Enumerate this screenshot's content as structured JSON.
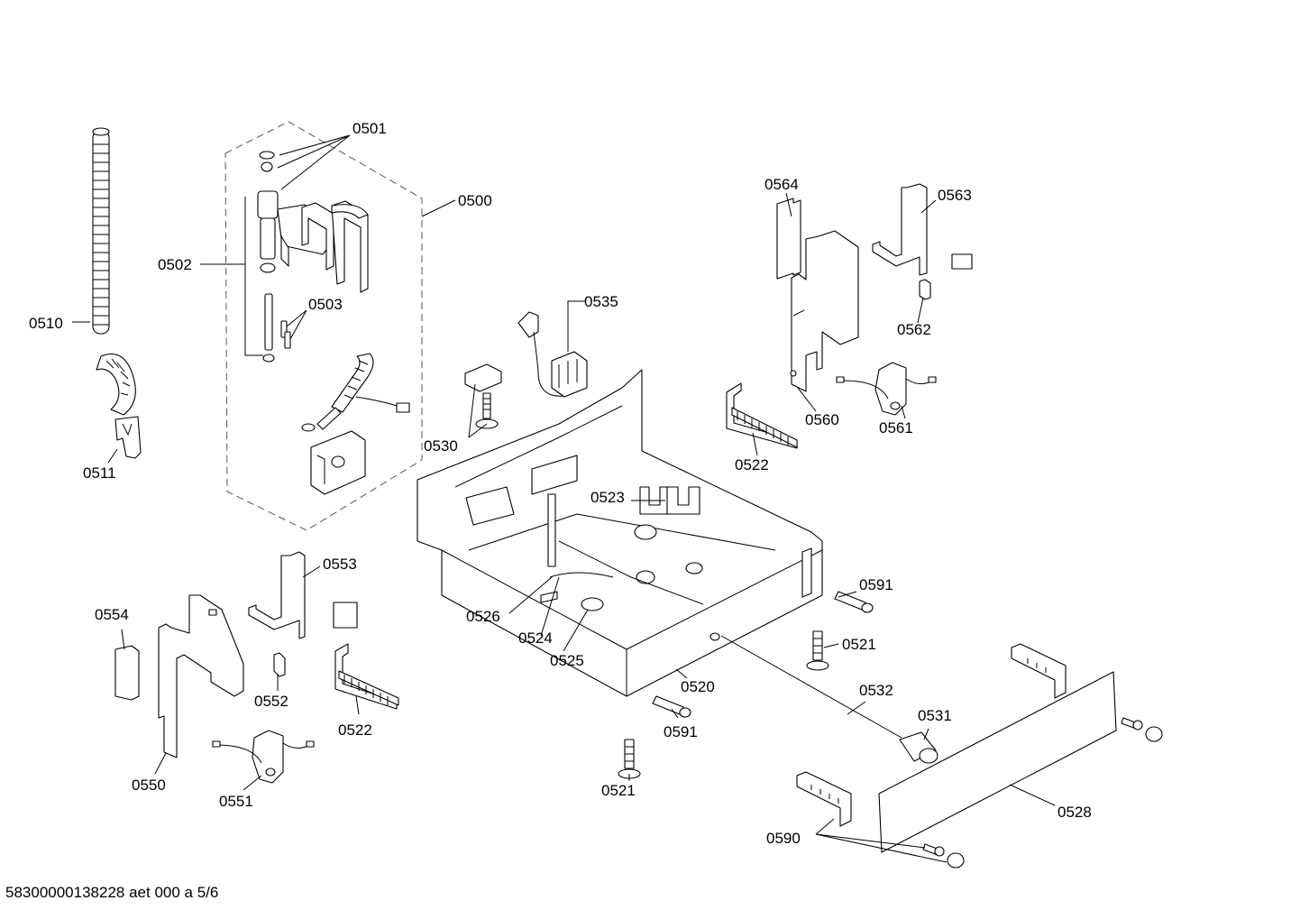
{
  "footer": "58300000138228 aet 000 a 5/6",
  "labels": {
    "l0501": "0501",
    "l0500": "0500",
    "l0502": "0502",
    "l0503": "0503",
    "l0510": "0510",
    "l0511": "0511",
    "l0535": "0535",
    "l0530": "0530",
    "l0564": "0564",
    "l0563": "0563",
    "l0562": "0562",
    "l0560": "0560",
    "l0561": "0561",
    "l0522a": "0522",
    "l0523": "0523",
    "l0526": "0526",
    "l0524": "0524",
    "l0525": "0525",
    "l0520": "0520",
    "l0553": "0553",
    "l0554": "0554",
    "l0552": "0552",
    "l0522b": "0522",
    "l0550": "0550",
    "l0551": "0551",
    "l0591a": "0591",
    "l0521a": "0521",
    "l0532": "0532",
    "l0531": "0531",
    "l0591b": "0591",
    "l0521b": "0521",
    "l0528": "0528",
    "l0590": "0590"
  }
}
